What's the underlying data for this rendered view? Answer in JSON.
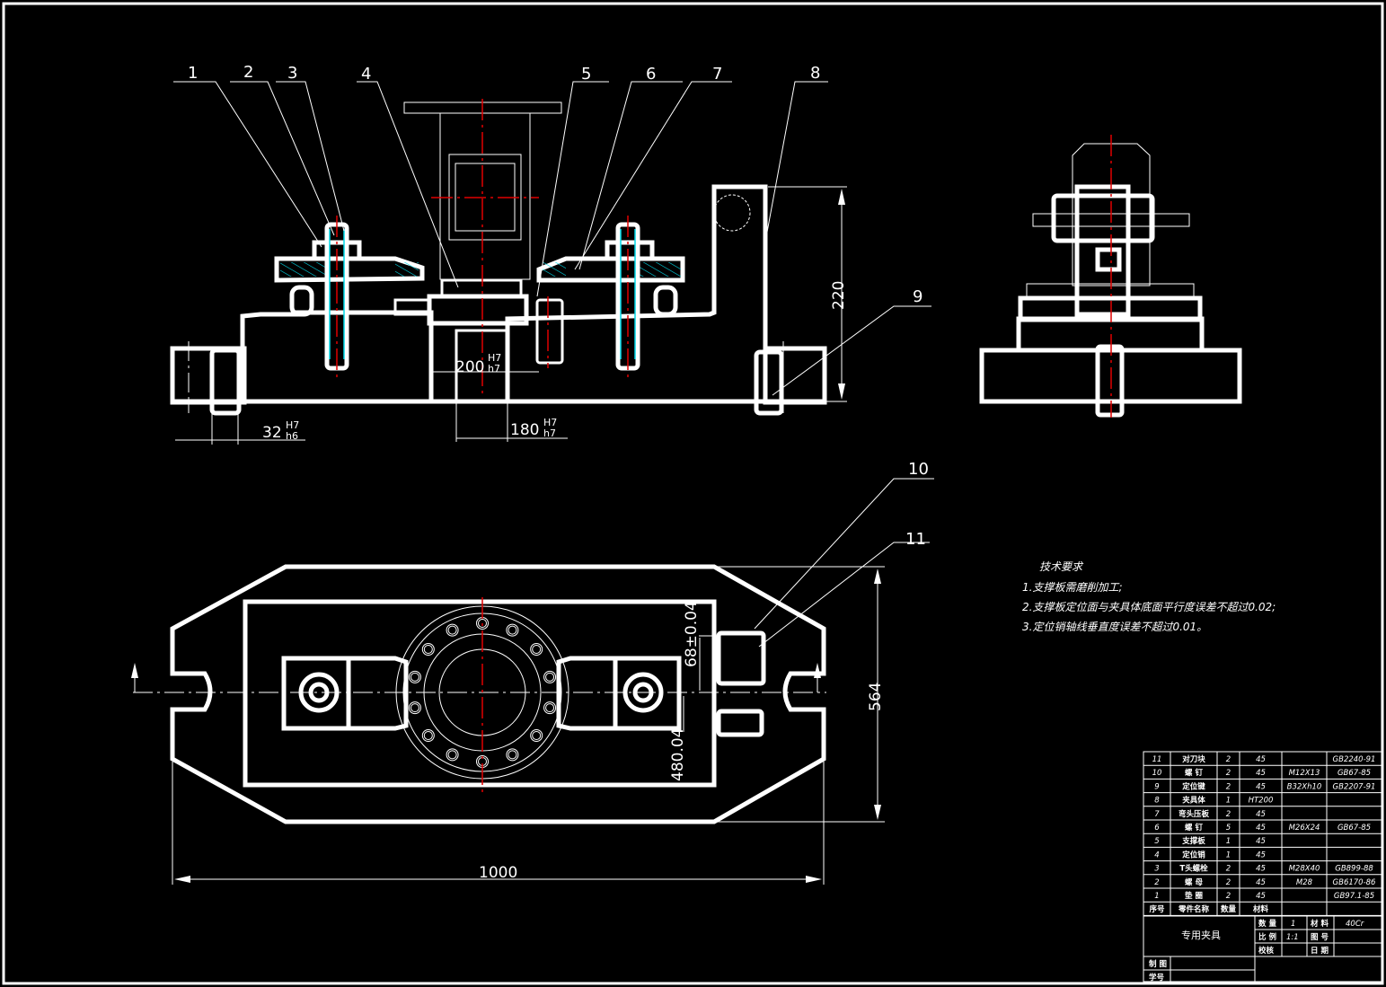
{
  "drawing": {
    "title": "专用夹具",
    "balloons": [
      "1",
      "2",
      "3",
      "4",
      "5",
      "6",
      "7",
      "8",
      "9",
      "10",
      "11"
    ],
    "dimensions": {
      "front_height": "220",
      "bore_fit": {
        "base": "200",
        "upper": "H7",
        "lower": "h7"
      },
      "boss_fit": {
        "base": "180",
        "upper": "H7",
        "lower": "h7"
      },
      "slot_fit": {
        "base": "32",
        "upper": "H7",
        "lower": "h6"
      },
      "overall_length": "1000",
      "overall_width": "564",
      "offset_1": "68±0.04",
      "offset_2": "480.04"
    }
  },
  "technical_requirements": {
    "heading": "技术要求",
    "items": [
      "1.支撑板需磨削加工;",
      "2.支撑板定位面与夹具体底面平行度误差不超过0.02;",
      "3.定位销轴线垂直度误差不超过0.01。"
    ]
  },
  "parts_list": {
    "headers": [
      "序号",
      "零件名称",
      "数量",
      "材料",
      "",
      ""
    ],
    "rows": [
      {
        "no": "11",
        "name": "对刀块",
        "qty": "2",
        "material": "45",
        "spec": "",
        "standard": "GB2240-91"
      },
      {
        "no": "10",
        "name": "螺  钉",
        "qty": "2",
        "material": "45",
        "spec": "M12X13",
        "standard": "GB67-85"
      },
      {
        "no": "9",
        "name": "定位键",
        "qty": "2",
        "material": "45",
        "spec": "B32Xh10",
        "standard": "GB2207-91"
      },
      {
        "no": "8",
        "name": "夹具体",
        "qty": "1",
        "material": "HT200",
        "spec": "",
        "standard": ""
      },
      {
        "no": "7",
        "name": "弯头压板",
        "qty": "2",
        "material": "45",
        "spec": "",
        "standard": ""
      },
      {
        "no": "6",
        "name": "螺  钉",
        "qty": "5",
        "material": "45",
        "spec": "M26X24",
        "standard": "GB67-85"
      },
      {
        "no": "5",
        "name": "支撑板",
        "qty": "1",
        "material": "45",
        "spec": "",
        "standard": ""
      },
      {
        "no": "4",
        "name": "定位销",
        "qty": "1",
        "material": "45",
        "spec": "",
        "standard": ""
      },
      {
        "no": "3",
        "name": "T头螺栓",
        "qty": "2",
        "material": "45",
        "spec": "M28X40",
        "standard": "GB899-88"
      },
      {
        "no": "2",
        "name": "螺  母",
        "qty": "2",
        "material": "45",
        "spec": "M28",
        "standard": "GB6170-86"
      },
      {
        "no": "1",
        "name": "垫  圈",
        "qty": "2",
        "material": "45",
        "spec": "",
        "standard": "GB97.1-85"
      }
    ]
  },
  "title_block": {
    "name": "专用夹具",
    "qty_label": "数 量",
    "qty_value": "1",
    "material_label": "材 料",
    "material_value": "40Cr",
    "scale_label": "比 例",
    "scale_value": "1:1",
    "drawing_no_label": "图 号",
    "drawing_no_value": "",
    "check_label": "校核",
    "date_label": "日 期",
    "date_value": "",
    "drawn_label": "制 图",
    "student_no_label": "学号"
  }
}
